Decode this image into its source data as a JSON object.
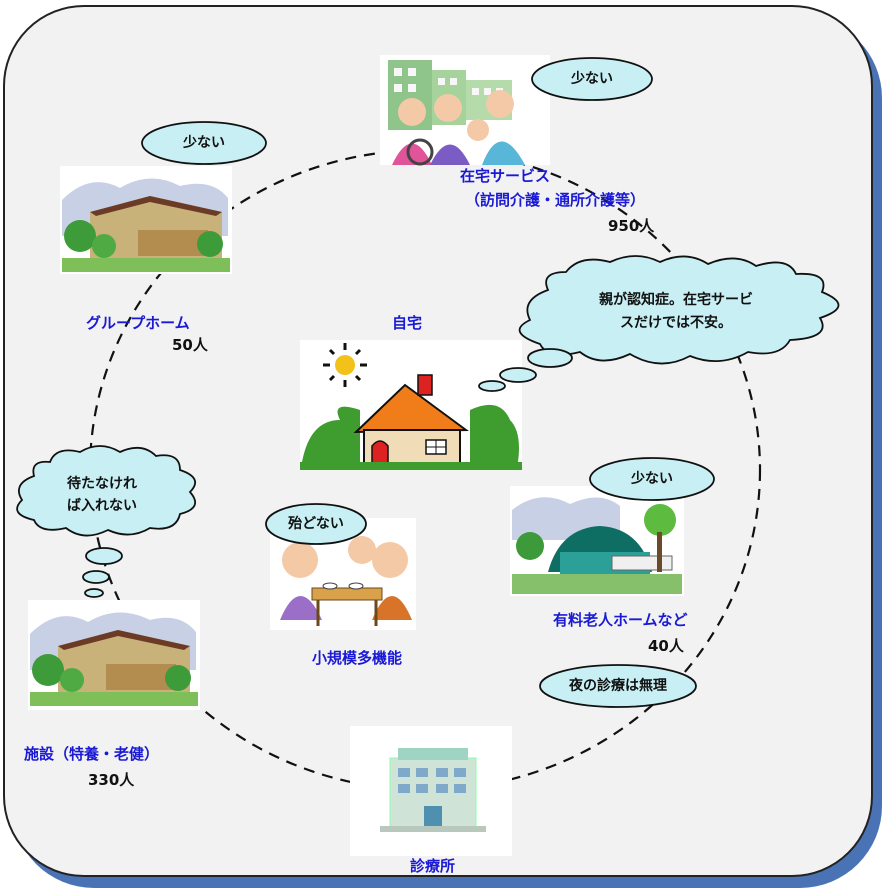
{
  "nodes": {
    "home": {
      "label": "自宅"
    },
    "home_service": {
      "label_line1": "在宅サービス",
      "label_line2": "（訪問介護・通所介護等）",
      "count": "950人",
      "bubble": "少ない"
    },
    "group_home": {
      "label": "グループホーム",
      "count": "50人",
      "bubble": "少ない"
    },
    "paid_home": {
      "label": "有料老人ホームなど",
      "count": "40人",
      "bubble": "少ない"
    },
    "small_multi": {
      "label": "小規模多機能",
      "bubble": "殆どない"
    },
    "facility": {
      "label": "施設（特養・老健）",
      "count": "330人"
    },
    "clinic": {
      "label": "診療所",
      "bubble": "夜の診療は無理"
    }
  },
  "thoughts": {
    "dementia": {
      "line1": "親が認知症。在宅サービ",
      "line2": "スだけでは不安。"
    },
    "waiting": {
      "line1": "待たなけれ",
      "line2": "ば入れない"
    }
  },
  "colors": {
    "label_blue": "#1a1ad6",
    "bubble_fill": "#c8f0f4",
    "panel_fill": "#f2f2f2",
    "panel_shadow": "#2a5aa8"
  }
}
